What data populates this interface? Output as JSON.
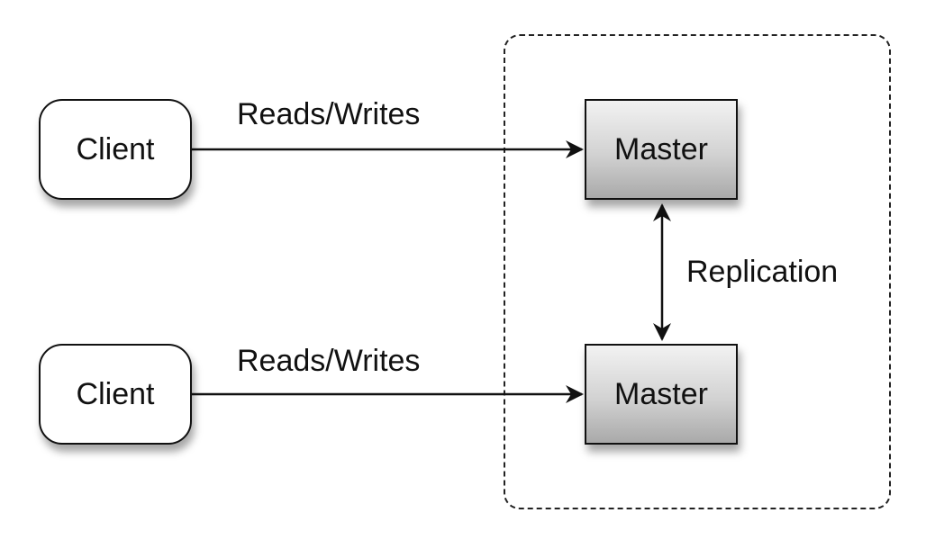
{
  "nodes": {
    "client_top": "Client",
    "client_bottom": "Client",
    "master_top": "Master",
    "master_bottom": "Master"
  },
  "edges": {
    "top_label": "Reads/Writes",
    "bottom_label": "Reads/Writes",
    "replication_label": "Replication"
  }
}
